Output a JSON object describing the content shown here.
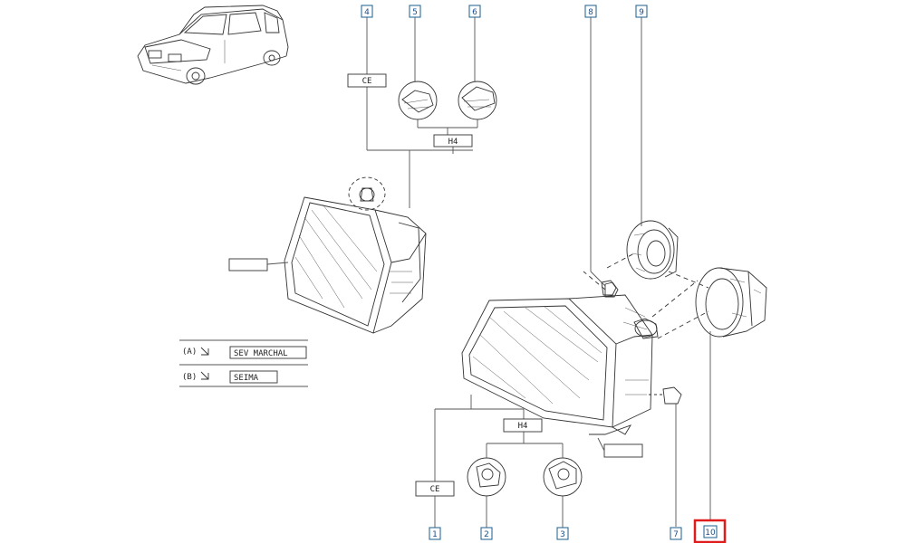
{
  "callouts": [
    "1",
    "2",
    "3",
    "4",
    "5",
    "6",
    "7",
    "8",
    "9",
    "10"
  ],
  "labels": {
    "ce_top": "CE",
    "h4_top": "H4",
    "ce_bottom": "CE",
    "h4_bottom": "H4"
  },
  "legend": {
    "a_key": "(A)",
    "a_value": "SEV MARCHAL",
    "b_key": "(B)",
    "b_value": "SEIMA"
  },
  "highlight_color": "#e01b1b",
  "callout_color": "#1a5e8f"
}
